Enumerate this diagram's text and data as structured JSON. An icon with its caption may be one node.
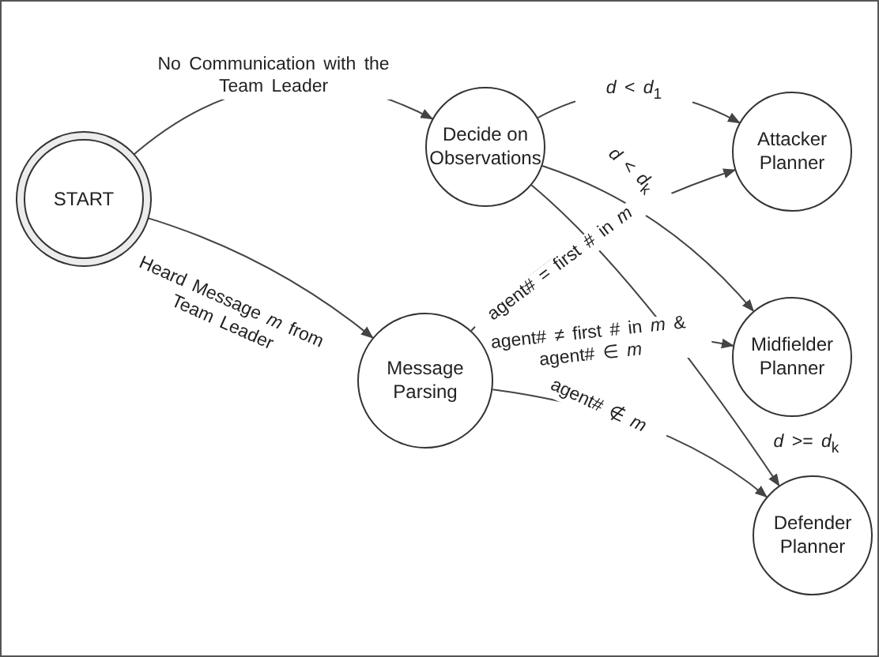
{
  "diagram": {
    "nodes": [
      {
        "text": [
          "START"
        ]
      },
      {
        "text": [
          "Decide on Observations"
        ]
      },
      {
        "text": [
          "Message Parsing"
        ]
      },
      {
        "text": [
          "Attacker Planner"
        ]
      },
      {
        "text": [
          "Midfielder Planner"
        ]
      },
      {
        "text": [
          "Defender Planner"
        ]
      }
    ],
    "edges": [
      {
        "from": 0,
        "to": 1,
        "arrow": "to",
        "label": "No Communication with the Team Leader"
      },
      {
        "from": 0,
        "to": 2,
        "arrow": "to",
        "label": "Heard Message *m* from Team Leader"
      },
      {
        "from": 1,
        "to": 3,
        "arrow": "to",
        "label": "*d* < *d*$_{1}$"
      },
      {
        "from": 1,
        "to": 4,
        "arrow": "to",
        "label": "*d* < *d*$_{k}$"
      },
      {
        "from": 1,
        "to": 5,
        "arrow": "to",
        "label": "*d* >= *d*$_{k}$"
      },
      {
        "from": 2,
        "to": 3,
        "arrow": "to",
        "label": "agent# = first # in *m*"
      },
      {
        "from": 2,
        "to": 4,
        "arrow": "to",
        "label": "agent# ≠ first # in *m* & agent# ∈ *m*"
      },
      {
        "from": 2,
        "to": 5,
        "arrow": "to",
        "label": "agent# ∉ *m*"
      }
    ]
  }
}
